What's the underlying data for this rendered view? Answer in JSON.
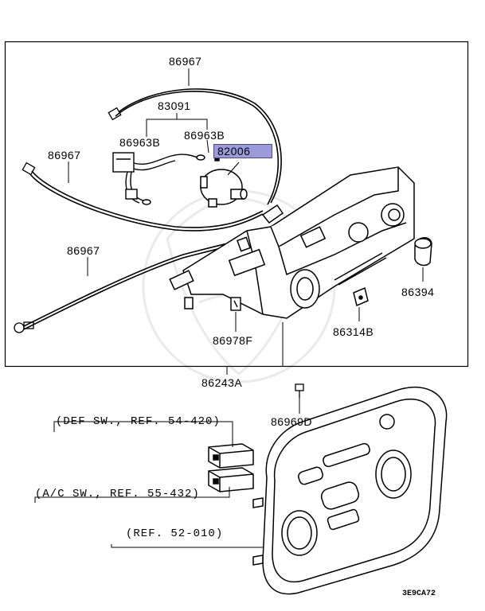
{
  "parts": {
    "p86967_top": "86967",
    "p83091": "83091",
    "p86963B_left": "86963B",
    "p86963B_right": "86963B",
    "p82006": "82006",
    "p86967_left": "86967",
    "p86967_lower": "86967",
    "p86394": "86394",
    "p86314B": "86314B",
    "p86978F": "86978F",
    "p86243A": "86243A",
    "p86969D": "86969D"
  },
  "references": {
    "def_sw": "(DEF SW., REF. 54-420)",
    "ac_sw": "(A/C SW., REF. 55-432)",
    "ref_52": "(REF. 52-010)"
  },
  "diagram_code": "3E9CA72",
  "colors": {
    "highlight": "#9b9bdc",
    "line": "#000000"
  }
}
